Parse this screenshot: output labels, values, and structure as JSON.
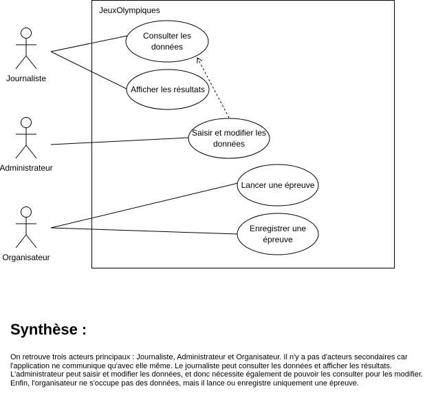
{
  "diagram": {
    "system_name": "JeuxOlympiques",
    "actors": [
      {
        "id": "journaliste",
        "name": "Journaliste"
      },
      {
        "id": "administrateur",
        "name": "Administrateur"
      },
      {
        "id": "organisateur",
        "name": "Organisateur"
      }
    ],
    "use_cases": [
      {
        "id": "consulter",
        "lines": [
          "Consulter les",
          "données"
        ]
      },
      {
        "id": "afficher",
        "lines": [
          "Afficher les résultats"
        ]
      },
      {
        "id": "saisir",
        "lines": [
          "Saisir et modifier les",
          "données"
        ]
      },
      {
        "id": "lancer",
        "lines": [
          "Lancer une épreuve"
        ]
      },
      {
        "id": "enregistrer",
        "lines": [
          "Enregistrer une",
          "épreuve"
        ]
      }
    ],
    "associations": [
      {
        "actor": "journaliste",
        "use_case": "consulter"
      },
      {
        "actor": "journaliste",
        "use_case": "afficher"
      },
      {
        "actor": "administrateur",
        "use_case": "saisir"
      },
      {
        "actor": "organisateur",
        "use_case": "lancer"
      },
      {
        "actor": "organisateur",
        "use_case": "enregistrer"
      }
    ],
    "dependencies": [
      {
        "from": "saisir",
        "to": "consulter"
      }
    ]
  },
  "synthese": {
    "title": "Synthèse :",
    "text": "On retrouve trois acteurs principaux : Journaliste, Administrateur et Organisateur. Il n'y a pas d'acteurs secondaires car l'application ne communique qu'avec elle même. Le journaliste peut consulter les données et afficher les résultats. L'administrateur peut saisir et modifier les données, et donc nécessite également de pouvoir les consulter pour les modifier. Enfin, l'organisateur ne s'occupe pas des données, mais il lance ou enregistre uniquement une épreuve."
  }
}
